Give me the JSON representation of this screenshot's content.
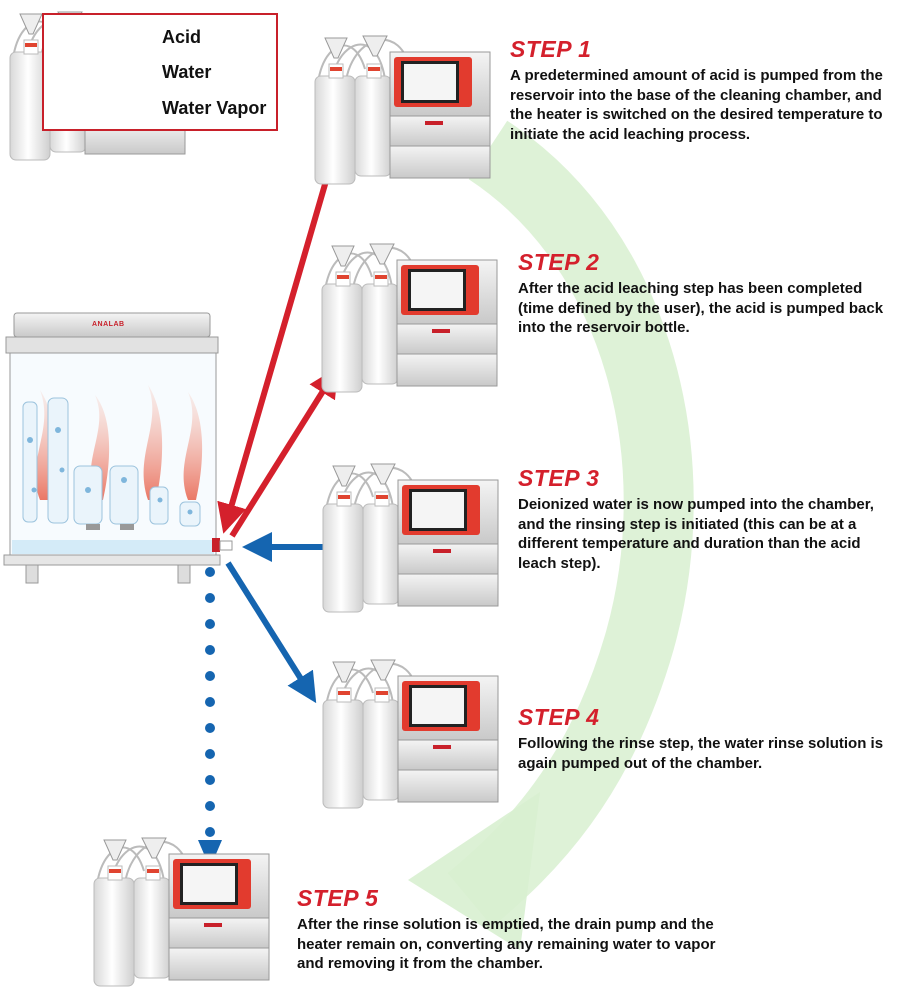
{
  "legend": {
    "items": [
      {
        "label": "Acid",
        "color": "#d4202c",
        "style": "solid-arrow"
      },
      {
        "label": "Water",
        "color": "#1565b0",
        "style": "solid-arrow"
      },
      {
        "label": "Water Vapor",
        "color": "#1565b0",
        "style": "dotted-arrow"
      }
    ]
  },
  "brand": "ANALAB",
  "steps": [
    {
      "title": "STEP 1",
      "text": "A predetermined amount of acid is pumped from the reservoir into the base of the cleaning chamber, and the heater is switched on the desired temperature to initiate the acid leaching process."
    },
    {
      "title": "STEP 2",
      "text": "After the acid leaching step has been completed (time defined by the user), the acid is pumped back into the reservoir bottle."
    },
    {
      "title": "STEP 3",
      "text": "Deionized water is now pumped into the chamber, and the rinsing step is initiated (this can be at a different temperature and duration than the acid leach step)."
    },
    {
      "title": "STEP 4",
      "text": "Following the rinse step, the water rinse solution is again pumped out of the chamber."
    },
    {
      "title": "STEP 5",
      "text": "After the rinse solution is emptied, the drain pump and the heater remain on, converting any remaining water to vapor and removing it from the chamber."
    }
  ],
  "colors": {
    "acid": "#d4202c",
    "water": "#1565b0",
    "cycle": "#d8f0d0",
    "panel": "#e23b2e"
  }
}
